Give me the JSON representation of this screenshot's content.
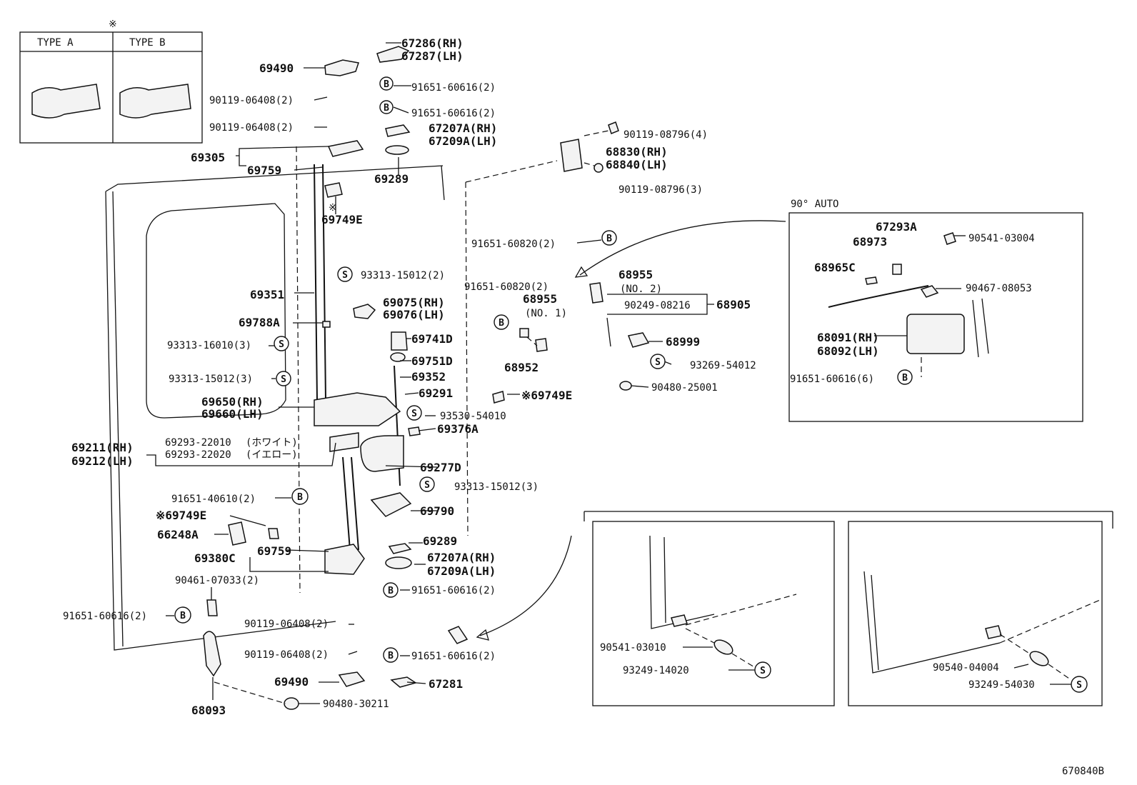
{
  "header": {
    "note_mark": "※",
    "type_a": "TYPE A",
    "type_b": "TYPE B",
    "auto_label": "90° AUTO",
    "figure_code": "670840B"
  },
  "parts": {
    "p67286": "67286(RH)",
    "p67287": "67287(LH)",
    "p69490_top": "69490",
    "p91651_60616_a": "91651-60616(2)",
    "p90119_06408_a": "90119-06408(2)",
    "p91651_60616_b": "91651-60616(2)",
    "p90119_06408_b": "90119-06408(2)",
    "p67207A_top": "67207A(RH)",
    "p67209A_top": "67209A(LH)",
    "p90119_08796_a": "90119-08796(4)",
    "p68830": "68830(RH)",
    "p68840": "68840(LH)",
    "p90119_08796_b": "90119-08796(3)",
    "p69305": "69305",
    "p69759_top": "69759",
    "p69289_top": "69289",
    "p69749E_top": "69749E",
    "p91651_60820_a": "91651-60820(2)",
    "p93313_15012_a": "93313-15012(2)",
    "p69351": "69351",
    "p69075": "69075(RH)",
    "p69076": "69076(LH)",
    "p91651_60820_b": "91651-60820(2)",
    "p68955_no1": "68955",
    "no1": "(NO. 1)",
    "p68955_no2": "68955",
    "no2": "(NO. 2)",
    "p90249_08216": "90249-08216",
    "p68905": "68905",
    "p69788A": "69788A",
    "p69741D": "69741D",
    "p93313_16010": "93313-16010(3)",
    "p69751D": "69751D",
    "p68999": "68999",
    "p68952": "68952",
    "p93269_54012": "93269-54012",
    "p93313_15012_b": "93313-15012(3)",
    "p69352": "69352",
    "p69291": "69291",
    "p90480_25001": "90480-25001",
    "p69650": "69650(RH)",
    "p69660": "69660(LH)",
    "p69749E_mid": "※69749E",
    "p93530_54010": "93530-54010",
    "p69376A": "69376A",
    "p69211": "69211(RH)",
    "p69212": "69212(LH)",
    "p69293_22010": "69293-22010",
    "kana_white": "(ホワイト)",
    "p69293_22020": "69293-22020",
    "kana_yellow": "(イエロー)",
    "p69277D": "69277D",
    "p91651_40610": "91651-40610(2)",
    "p93313_15012_c": "93313-15012(3)",
    "p69790": "69790",
    "p69749E_low": "※69749E",
    "p66248A": "66248A",
    "p69289_low": "69289",
    "p69759_low": "69759",
    "p69380C": "69380C",
    "p67207A_low": "67207A(RH)",
    "p67209A_low": "67209A(LH)",
    "p90461_07033": "90461-07033(2)",
    "p91651_60616_c": "91651-60616(2)",
    "p91651_60616_d": "91651-60616(2)",
    "p90119_06408_c": "90119-06408(2)",
    "p90119_06408_d": "90119-06408(2)",
    "p91651_60616_e": "91651-60616(2)",
    "p69490_low": "69490",
    "p67281": "67281",
    "p68093": "68093",
    "p90480_30211": "90480-30211",
    "p67293A": "67293A",
    "p90541_03004": "90541-03004",
    "p68973": "68973",
    "p68965C": "68965C",
    "p90467_08053": "90467-08053",
    "p68091": "68091(RH)",
    "p68092": "68092(LH)",
    "p91651_60616_f": "91651-60616(6)",
    "p90541_03010": "90541-03010",
    "p93249_14020": "93249-14020",
    "p90540_04004": "90540-04004",
    "p93249_54030": "93249-54030"
  },
  "callouts": {
    "b": "B",
    "s": "S"
  }
}
